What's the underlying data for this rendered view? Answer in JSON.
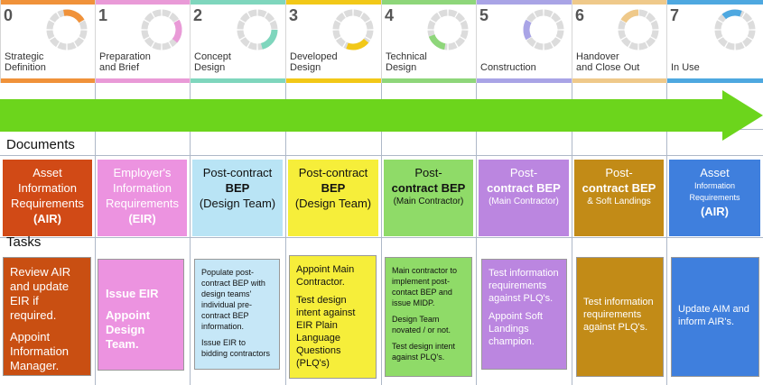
{
  "stages": [
    {
      "num": "0",
      "line1": "Strategic",
      "line2": "Definition",
      "color": "#f0923a",
      "arc": [
        -10,
        60
      ]
    },
    {
      "num": "1",
      "line1": "Preparation",
      "line2": "and Brief",
      "color": "#e99ad7",
      "arc": [
        60,
        130
      ]
    },
    {
      "num": "2",
      "line1": "Concept",
      "line2": "Design",
      "color": "#7fd6bd",
      "arc": [
        90,
        165
      ]
    },
    {
      "num": "3",
      "line1": "Developed",
      "line2": "Design",
      "color": "#f2c818",
      "arc": [
        130,
        200
      ]
    },
    {
      "num": "4",
      "line1": "Technical",
      "line2": "Design",
      "color": "#8ed67a",
      "arc": [
        190,
        250
      ]
    },
    {
      "num": "5",
      "line1": "Construction",
      "line2": "",
      "color": "#a9a4e6",
      "arc": [
        240,
        300
      ]
    },
    {
      "num": "6",
      "line1": "Handover",
      "line2": "and Close Out",
      "color": "#efc98a",
      "arc": [
        300,
        360
      ]
    },
    {
      "num": "7",
      "line1": "In Use",
      "line2": "",
      "color": "#4ea8e0",
      "arc": [
        320,
        380
      ]
    }
  ],
  "sections": {
    "documents": "Documents",
    "tasks": "Tasks"
  },
  "documents": [
    {
      "lines": [
        "Asset",
        "Information",
        "Requirements",
        "(AIR)"
      ],
      "bg": "#d14a16"
    },
    {
      "lines": [
        "Employer's",
        "Information",
        "Requirements",
        "(EIR)"
      ],
      "bg": "#ec93e0"
    },
    {
      "lines": [
        "Post-contract",
        "BEP",
        "(Design Team)"
      ],
      "bg": "#b9e4f5"
    },
    {
      "lines": [
        "Post-contract",
        "BEP",
        "(Design Team)"
      ],
      "bg": "#f6ee3a"
    },
    {
      "lines": [
        "Post-",
        "contract BEP",
        "(Main Contractor)"
      ],
      "bg": "#8fdb68"
    },
    {
      "lines": [
        "Post-",
        "contract BEP",
        "(Main Contractor)"
      ],
      "bg": "#bb86e0"
    },
    {
      "lines": [
        "Post-",
        "contract BEP",
        "& Soft Landings"
      ],
      "bg": "#c28b17"
    },
    {
      "lines": [
        "Asset",
        "Information",
        "Requirements",
        "(AIR)"
      ],
      "bg": "#3f7fdd"
    }
  ],
  "tasks": [
    {
      "paras": [
        "Review AIR and update EIR if required.",
        "Appoint Information Manager."
      ],
      "bg": "#c94f12"
    },
    {
      "paras": [
        "Issue EIR",
        "Appoint Design Team."
      ],
      "bg": "#ec93e0"
    },
    {
      "paras": [
        "Populate post-contract BEP with design teams' individual pre-contract BEP information.",
        "Issue EIR to bidding contractors"
      ],
      "bg": "#c6e7f7"
    },
    {
      "paras": [
        "Appoint Main Contractor.",
        "Test design intent against EIR Plain Language Questions (PLQ's)"
      ],
      "bg": "#f6ee3a"
    },
    {
      "paras": [
        "Main contractor to implement post-contact BEP and issue MIDP.",
        "Design Team novated / or not.",
        "Test design intent against PLQ's."
      ],
      "bg": "#8fdb68"
    },
    {
      "paras": [
        "Test information requirements against PLQ's.",
        "Appoint Soft Landings champion."
      ],
      "bg": "#bb86e0"
    },
    {
      "paras": [
        "Test information requirements against PLQ's."
      ],
      "bg": "#c28b17"
    },
    {
      "paras": [
        "Update AIM and inform AIR's."
      ],
      "bg": "#3f7fdd"
    }
  ],
  "arrow_color": "#6cd51c"
}
